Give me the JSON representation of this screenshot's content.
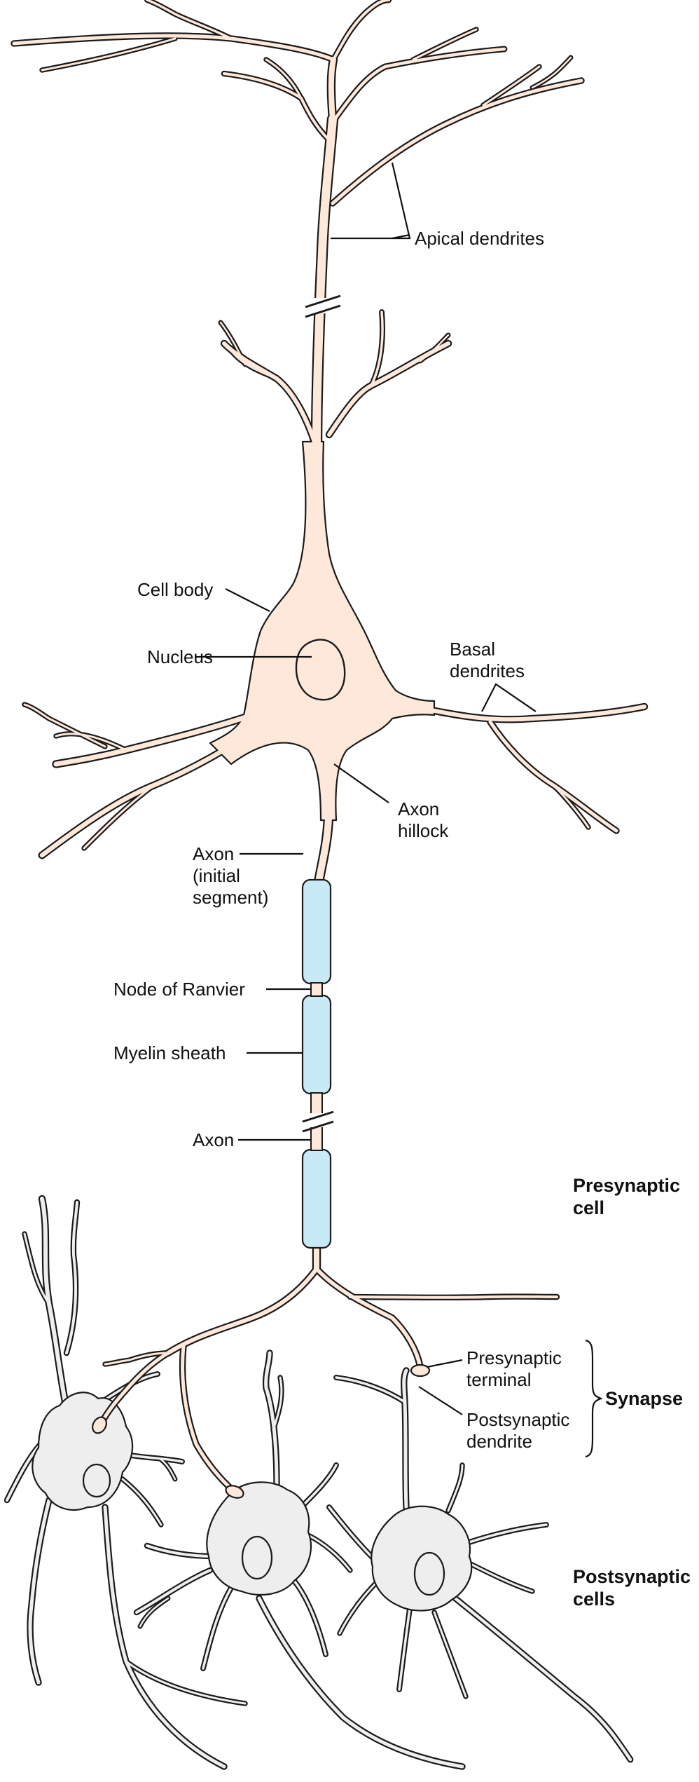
{
  "colors": {
    "presynaptic_fill": "#fde8da",
    "myelin_fill": "#c8e9f6",
    "postsynaptic_fill": "#eeeeee",
    "outline": "#1a1a1a"
  },
  "labels": {
    "apical_dendrites": "Apical dendrites",
    "cell_body": "Cell body",
    "nucleus": "Nucleus",
    "basal_dendrites_line1": "Basal",
    "basal_dendrites_line2": "dendrites",
    "axon_hillock_line1": "Axon",
    "axon_hillock_line2": "hillock",
    "axon_initial_line1": "Axon",
    "axon_initial_line2": "(initial",
    "axon_initial_line3": "segment)",
    "node_of_ranvier": "Node of Ranvier",
    "myelin_sheath": "Myelin sheath",
    "axon": "Axon",
    "presynaptic_cell_line1": "Presynaptic",
    "presynaptic_cell_line2": "cell",
    "presynaptic_terminal_line1": "Presynaptic",
    "presynaptic_terminal_line2": "terminal",
    "postsynaptic_dendrite_line1": "Postsynaptic",
    "postsynaptic_dendrite_line2": "dendrite",
    "synapse": "Synapse",
    "postsynaptic_cells_line1": "Postsynaptic",
    "postsynaptic_cells_line2": "cells"
  }
}
